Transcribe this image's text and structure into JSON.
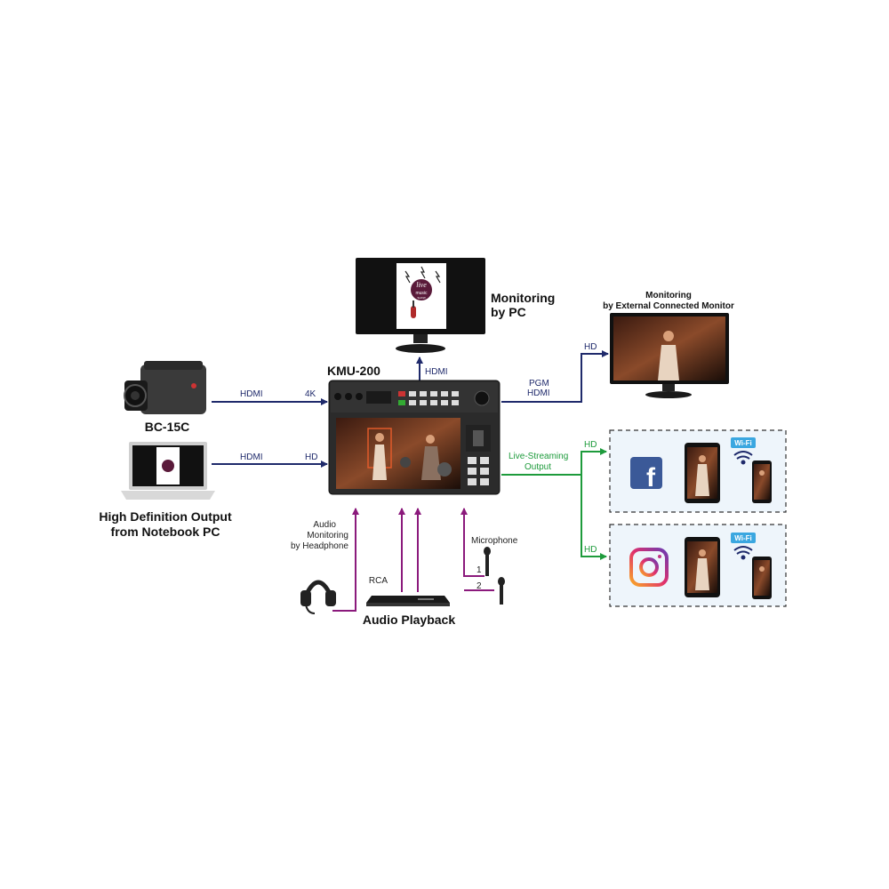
{
  "devices": {
    "switcher": "KMU-200",
    "camera": "BC-15C",
    "notebook_line1": "High Definition Output",
    "notebook_line2": "from Notebook PC",
    "pc_monitor_line1": "Monitoring",
    "pc_monitor_line2": "by PC",
    "ext_monitor_line1": "Monitoring",
    "ext_monitor_line2": "by External Connected Monitor",
    "audio_playback": "Audio Playback",
    "logo_text_line1": "live",
    "logo_text_line2": "music",
    "logo_text_line3": "SHOW"
  },
  "connections": {
    "camera_cable": "HDMI",
    "camera_res": "4K",
    "notebook_cable": "HDMI",
    "notebook_res": "HD",
    "pc_monitor_cable": "HDMI",
    "pgm_line1": "PGM",
    "pgm_line2": "HDMI",
    "ext_monitor_res": "HD",
    "stream_line1": "Live-Streaming",
    "stream_line2": "Output",
    "facebook_res": "HD",
    "instagram_res": "HD",
    "headphone_line1": "Audio",
    "headphone_line2": "Monitoring",
    "headphone_line3": "by Headphone",
    "rca": "RCA",
    "microphone": "Microphone",
    "mic1": "1",
    "mic2": "2"
  },
  "wifi_badge": "Wi-Fi",
  "facebook_glyph": "f",
  "colors": {
    "video_line": "#1f2a6b",
    "stream_line": "#1e9b3c",
    "audio_line": "#8b1a7c",
    "stream_box_bg": "#eef5fb"
  },
  "icons": [
    "camera-icon",
    "laptop-icon",
    "monitor-icon",
    "headphone-icon",
    "microphone-icon",
    "wifi-icon",
    "facebook-icon",
    "instagram-icon",
    "tablet-icon",
    "phone-icon"
  ]
}
